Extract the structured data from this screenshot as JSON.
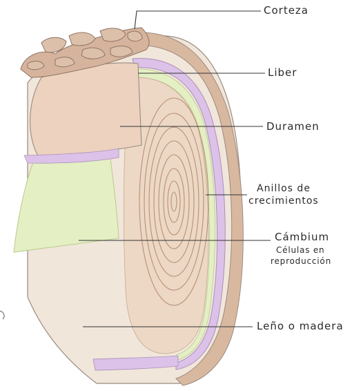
{
  "labels": {
    "corteza": "Corteza",
    "liber": "Liber",
    "duramen": "Duramen",
    "anillos_line1": "Anillos de",
    "anillos_line2": "crecimientos",
    "cambium_line1": "Cámbium",
    "cambium_line2": "Células en",
    "cambium_line3": "reproducción",
    "leno": "Leño o madera"
  },
  "colors": {
    "bark": "#d9b8a0",
    "bark_dark": "#b8917a",
    "liber": "#dcc2e8",
    "cambium": "#e4efc4",
    "sapwood": "#f1e6da",
    "heartwood": "#ecd8c4",
    "rings": "#b98f76",
    "outline": "#9a8a80",
    "line": "#333333"
  }
}
